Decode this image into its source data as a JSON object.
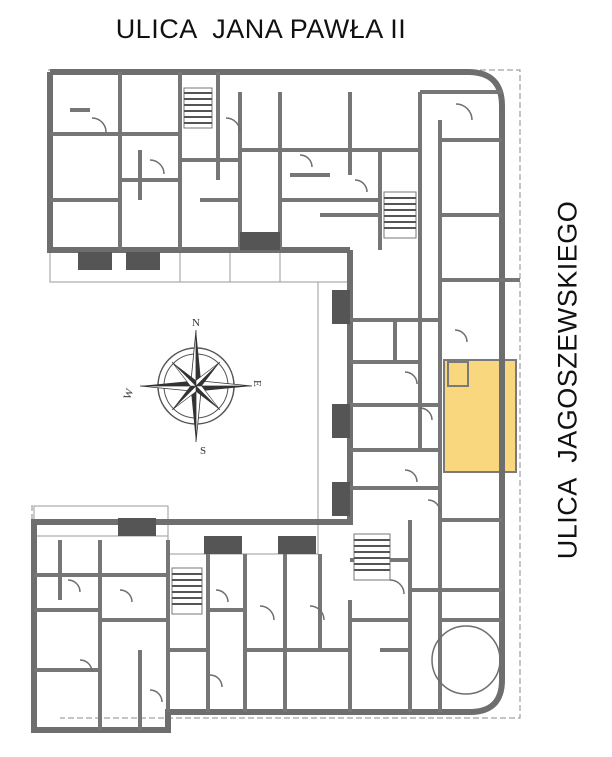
{
  "streets": {
    "top": "ULICA  JANA PAWŁA II",
    "right": "ULICA  JAGOSZEWSKIEGO"
  },
  "compass": {
    "north": "N",
    "south": "S",
    "east": "E",
    "west": "W"
  },
  "colors": {
    "wall": "#6e6e6e",
    "highlight": "#f9d77e",
    "background": "#ffffff"
  }
}
